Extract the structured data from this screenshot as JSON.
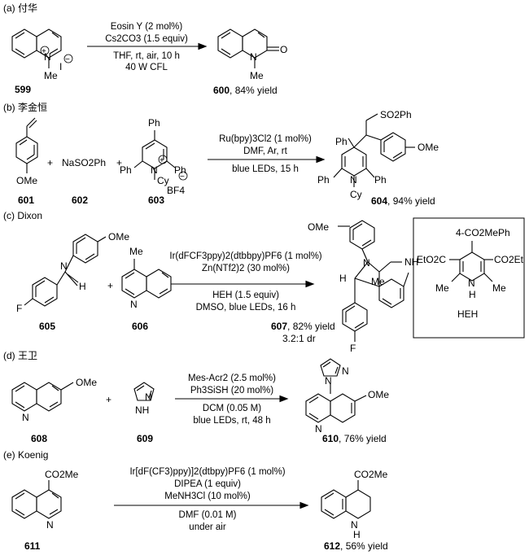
{
  "sections": [
    {
      "label": "(a) 付华",
      "conditions": [
        "Eosin Y (2 mol%)",
        "Cs2CO3 (1.5 equiv)",
        "THF, rt, air, 10 h",
        "40 W CFL"
      ],
      "reactant_labels": [
        "599"
      ],
      "product_label": "600",
      "product_yield": ", 84% yield"
    },
    {
      "label": "(b) 李金恒",
      "conditions": [
        "Ru(bpy)3Cl2 (1 mol%)",
        "DMF, Ar, rt",
        "blue LEDs, 15 h"
      ],
      "reactant_labels": [
        "601",
        "602",
        "603"
      ],
      "reagent_text": "NaSO2Ph",
      "product_label": "604",
      "product_yield": ", 94% yield"
    },
    {
      "label": "(c) Dixon",
      "conditions": [
        "Ir(dFCF3ppy)2(dtbbpy)PF6 (1 mol%)",
        "Zn(NTf2)2 (30 mol%)",
        "HEH (1.5 equiv)",
        "DMSO, blue LEDs, 16 h"
      ],
      "reactant_labels": [
        "605",
        "606"
      ],
      "product_label": "607",
      "product_yield": ", 82% yield",
      "dr": "3.2:1 dr",
      "box_label": "HEH",
      "box_texts": [
        "4-CO2MePh",
        "EtO2C",
        "CO2Et",
        "Me",
        "Me",
        "N",
        "H"
      ]
    },
    {
      "label": "(d) 王卫",
      "conditions": [
        "Mes-Acr2 (2.5 mol%)",
        "Ph3SiSH (20 mol%)",
        "DCM (0.05 M)",
        "blue LEDs, rt, 48 h"
      ],
      "reactant_labels": [
        "608",
        "609"
      ],
      "product_label": "610",
      "product_yield": ", 76% yield"
    },
    {
      "label": "(e) Koenig",
      "conditions": [
        "Ir[dF(CF3)ppy)]2(dtbpy)PF6 (1 mol%)",
        "DIPEA (1 equiv)",
        "MeNH3Cl (10 mol%)",
        "DMF (0.01 M)",
        "under air"
      ],
      "reactant_labels": [
        "611"
      ],
      "product_label": "612",
      "product_yield": ", 56% yield"
    }
  ],
  "atoms": {
    "me": "Me",
    "ome": "OMe",
    "n": "N",
    "o": "O",
    "i": "I",
    "f": "F",
    "h": "H",
    "ph": "Ph",
    "cy": "Cy",
    "nh": "NH",
    "so2ph": "SO2Ph",
    "co2me": "CO2Me",
    "bf4": "BF4",
    "plus": "+",
    "minus": "−"
  }
}
